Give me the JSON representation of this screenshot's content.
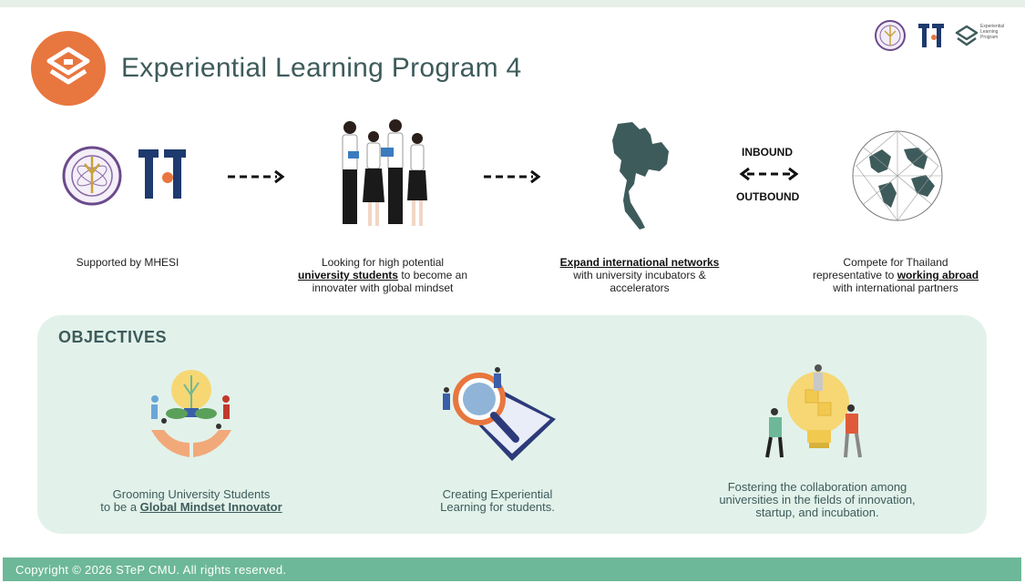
{
  "page": {
    "title": "Experiential Learning Program 4",
    "colors": {
      "accent": "#e8763f",
      "heading": "#3e5b5b",
      "panel": "#e2f2ea",
      "footer": "#6db898",
      "tii_navy": "#1e3a6e",
      "tii_orange": "#e8763f"
    }
  },
  "header_logos": {
    "elp_text": "Experiential Learning Program"
  },
  "flow": {
    "io": {
      "inbound": "INBOUND",
      "outbound": "OUTBOUND"
    },
    "steps": [
      {
        "text": "Supported by MHESI"
      },
      {
        "line1": "Looking for high potential",
        "bold": "university students",
        "rest": " to become an",
        "line3": "innovater with global mindset"
      },
      {
        "bold": "Expand international networks",
        "line2": "with university incubators &",
        "line3": "accelerators"
      },
      {
        "line1": "Compete for Thailand",
        "prefix": "representative to ",
        "bold": "working abroad",
        "line3": "with international partners"
      }
    ]
  },
  "objectives": {
    "heading": "OBJECTIVES",
    "items": [
      {
        "line1": "Grooming University Students",
        "prefix": "to be a ",
        "bold": "Global Mindset Innovator"
      },
      {
        "line1": "Creating Experiential",
        "line2": "Learning for students."
      },
      {
        "line1": "Fostering the collaboration among",
        "line2": "universities in the fields of innovation,",
        "line3": "startup, and incubation."
      }
    ]
  },
  "footer": {
    "copyright": "Copyright © 2026 STeP CMU. All rights reserved."
  }
}
